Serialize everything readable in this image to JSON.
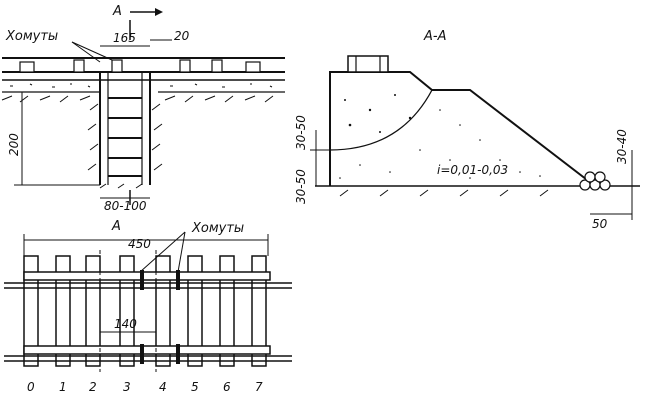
{
  "section_mark": "A",
  "clamps_label": "Хомуты",
  "dim_165": "165",
  "dim_20": "20",
  "dim_200": "200",
  "dim_80_100": "80-100",
  "dim_450": "450",
  "dim_140": "140",
  "section_title": "А-А",
  "dim_30_50_a": "30-50",
  "dim_30_50_b": "30-50",
  "dim_30_40": "30-40",
  "dim_50": "50",
  "slope_label": "i=0,01-0,03",
  "sleeper_numbers": [
    "0",
    "1",
    "2",
    "3",
    "4",
    "5",
    "6",
    "7"
  ]
}
